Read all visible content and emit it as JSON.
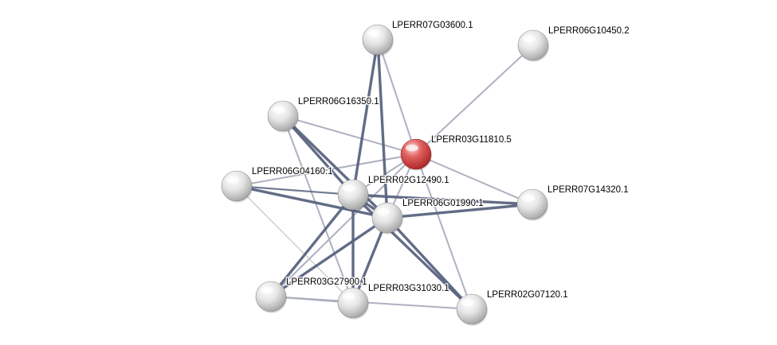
{
  "network": {
    "colors": {
      "query_node": "#d94a4a",
      "neighbor_node": "#e2e2e2",
      "edge_strong": "#5a6480",
      "edge_weak": "#a9adbd"
    },
    "nodes": [
      {
        "id": "LPERR03G11810.5",
        "label": "LPERR03G11810.5",
        "type": "query"
      },
      {
        "id": "LPERR07G03600.1",
        "label": "LPERR07G03600.1",
        "type": "neighbor"
      },
      {
        "id": "LPERR06G10450.2",
        "label": "LPERR06G10450.2",
        "type": "neighbor"
      },
      {
        "id": "LPERR06G16350.1",
        "label": "LPERR06G16350.1",
        "type": "neighbor"
      },
      {
        "id": "LPERR06G04160.1",
        "label": "LPERR06G04160.1",
        "type": "neighbor"
      },
      {
        "id": "LPERR02G12490.1",
        "label": "LPERR02G12490.1",
        "type": "neighbor"
      },
      {
        "id": "LPERR06G01990.1",
        "label": "LPERR06G01990.1",
        "type": "neighbor"
      },
      {
        "id": "LPERR07G14320.1",
        "label": "LPERR07G14320.1",
        "type": "neighbor"
      },
      {
        "id": "LPERR03G27900.1",
        "label": "LPERR03G27900.1",
        "type": "neighbor"
      },
      {
        "id": "LPERR03G31030.1",
        "label": "LPERR03G31030.1",
        "type": "neighbor"
      },
      {
        "id": "LPERR02G07120.1",
        "label": "LPERR02G07120.1",
        "type": "neighbor"
      }
    ],
    "edges": [
      {
        "source": "LPERR03G11810.5",
        "target": "LPERR06G10450.2",
        "strength": "weak"
      },
      {
        "source": "LPERR03G11810.5",
        "target": "LPERR07G03600.1",
        "strength": "weak"
      },
      {
        "source": "LPERR03G11810.5",
        "target": "LPERR06G16350.1",
        "strength": "weak"
      },
      {
        "source": "LPERR03G11810.5",
        "target": "LPERR06G04160.1",
        "strength": "weak"
      },
      {
        "source": "LPERR03G11810.5",
        "target": "LPERR02G12490.1",
        "strength": "weak"
      },
      {
        "source": "LPERR03G11810.5",
        "target": "LPERR06G01990.1",
        "strength": "weak"
      },
      {
        "source": "LPERR03G11810.5",
        "target": "LPERR07G14320.1",
        "strength": "weak"
      },
      {
        "source": "LPERR03G11810.5",
        "target": "LPERR03G27900.1",
        "strength": "weak"
      },
      {
        "source": "LPERR03G11810.5",
        "target": "LPERR02G07120.1",
        "strength": "weak"
      },
      {
        "source": "LPERR07G03600.1",
        "target": "LPERR02G12490.1",
        "strength": "strong"
      },
      {
        "source": "LPERR07G03600.1",
        "target": "LPERR06G01990.1",
        "strength": "strong"
      },
      {
        "source": "LPERR06G16350.1",
        "target": "LPERR02G12490.1",
        "strength": "strong"
      },
      {
        "source": "LPERR06G16350.1",
        "target": "LPERR06G01990.1",
        "strength": "strong"
      },
      {
        "source": "LPERR06G16350.1",
        "target": "LPERR03G31030.1",
        "strength": "weak"
      },
      {
        "source": "LPERR06G04160.1",
        "target": "LPERR02G12490.1",
        "strength": "medium"
      },
      {
        "source": "LPERR06G04160.1",
        "target": "LPERR06G01990.1",
        "strength": "strong"
      },
      {
        "source": "LPERR06G04160.1",
        "target": "LPERR03G31030.1",
        "strength": "faint"
      },
      {
        "source": "LPERR02G12490.1",
        "target": "LPERR06G01990.1",
        "strength": "strong"
      },
      {
        "source": "LPERR02G12490.1",
        "target": "LPERR07G14320.1",
        "strength": "strong"
      },
      {
        "source": "LPERR02G12490.1",
        "target": "LPERR03G27900.1",
        "strength": "strong"
      },
      {
        "source": "LPERR02G12490.1",
        "target": "LPERR03G31030.1",
        "strength": "strong"
      },
      {
        "source": "LPERR02G12490.1",
        "target": "LPERR02G07120.1",
        "strength": "strong"
      },
      {
        "source": "LPERR06G01990.1",
        "target": "LPERR07G14320.1",
        "strength": "strong"
      },
      {
        "source": "LPERR06G01990.1",
        "target": "LPERR03G27900.1",
        "strength": "strong"
      },
      {
        "source": "LPERR06G01990.1",
        "target": "LPERR03G31030.1",
        "strength": "strong"
      },
      {
        "source": "LPERR06G01990.1",
        "target": "LPERR02G07120.1",
        "strength": "strong"
      },
      {
        "source": "LPERR03G27900.1",
        "target": "LPERR03G31030.1",
        "strength": "weak"
      },
      {
        "source": "LPERR03G27900.1",
        "target": "LPERR02G07120.1",
        "strength": "weak"
      }
    ]
  }
}
